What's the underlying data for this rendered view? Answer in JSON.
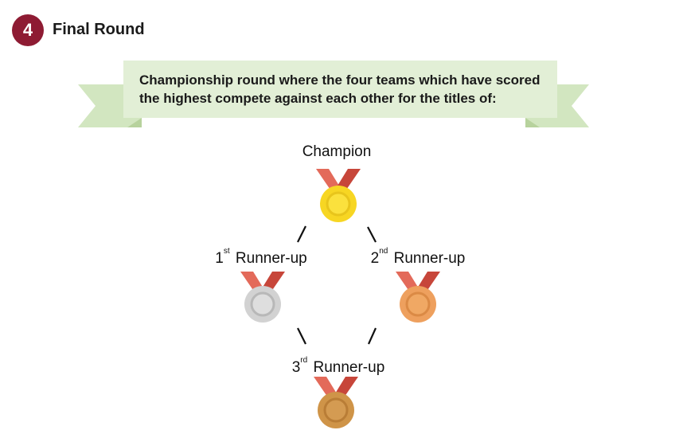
{
  "section": {
    "number": "4",
    "title": "Final Round"
  },
  "banner": {
    "text": "Championship round where the four teams which have scored the highest compete against each other for the titles of:"
  },
  "titles": {
    "champion": {
      "label": "Champion"
    },
    "first_runner_up": {
      "ordinal_num": "1",
      "ordinal_suffix": "st",
      "label": "Runner-up"
    },
    "second_runner_up": {
      "ordinal_num": "2",
      "ordinal_suffix": "nd",
      "label": "Runner-up"
    },
    "third_runner_up": {
      "ordinal_num": "3",
      "ordinal_suffix": "rd",
      "label": "Runner-up"
    }
  },
  "colors": {
    "badge": "#8e1b33",
    "banner": "#e2efd6",
    "banner_tail": "#d2e6c0",
    "ribbon_light": "#e36a5a",
    "ribbon_dark": "#c7463a",
    "gold": "#f7d623",
    "silver": "#cfcfcf",
    "bronze_light": "#eea05e",
    "bronze_dark": "#cf9448"
  }
}
